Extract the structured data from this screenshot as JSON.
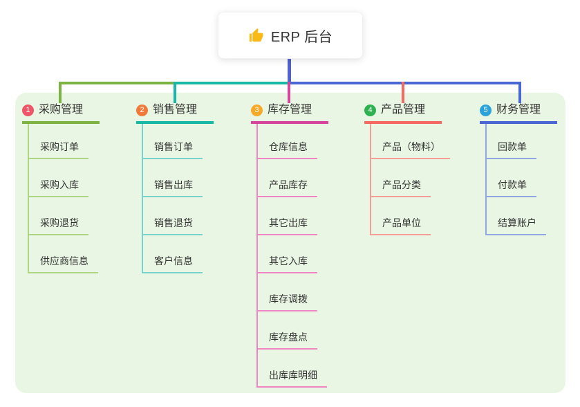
{
  "root": {
    "label": "ERP 后台",
    "icon": "thumbs-up-icon",
    "icon_color": "#f9b918"
  },
  "panel": {
    "background": "#e9f6e3"
  },
  "connectors": {
    "root_stub_color": "#4f63d2",
    "bus_segment_colors": [
      "#7cb342",
      "#17b8a6",
      "#4a66d3"
    ]
  },
  "branches": [
    {
      "badge": "1",
      "label": "采购管理",
      "badge_color": "#ee5566",
      "line_color": "#7cb342",
      "child_line_color": "#aed581",
      "children": [
        "采购订单",
        "采购入库",
        "采购退货",
        "供应商信息"
      ]
    },
    {
      "badge": "2",
      "label": "销售管理",
      "badge_color": "#f0793b",
      "line_color": "#17b8a6",
      "child_line_color": "#76d4cc",
      "children": [
        "销售订单",
        "销售出库",
        "销售退货",
        "客户信息"
      ]
    },
    {
      "badge": "3",
      "label": "库存管理",
      "badge_color": "#f7a927",
      "line_color": "#d6459c",
      "child_line_color": "#ef85c2",
      "children": [
        "仓库信息",
        "产品库存",
        "其它出库",
        "其它入库",
        "库存调拨",
        "库存盘点",
        "出库库明细"
      ]
    },
    {
      "badge": "4",
      "label": "产品管理",
      "badge_color": "#2eb250",
      "line_color": "#f56962",
      "child_line_color": "#f79d97",
      "children": [
        "产品（物料）",
        "产品分类",
        "产品单位"
      ]
    },
    {
      "badge": "5",
      "label": "财务管理",
      "badge_color": "#2ba2da",
      "line_color": "#4a66d3",
      "child_line_color": "#93a6e4",
      "children": [
        "回款单",
        "付款单",
        "结算账户"
      ]
    }
  ]
}
